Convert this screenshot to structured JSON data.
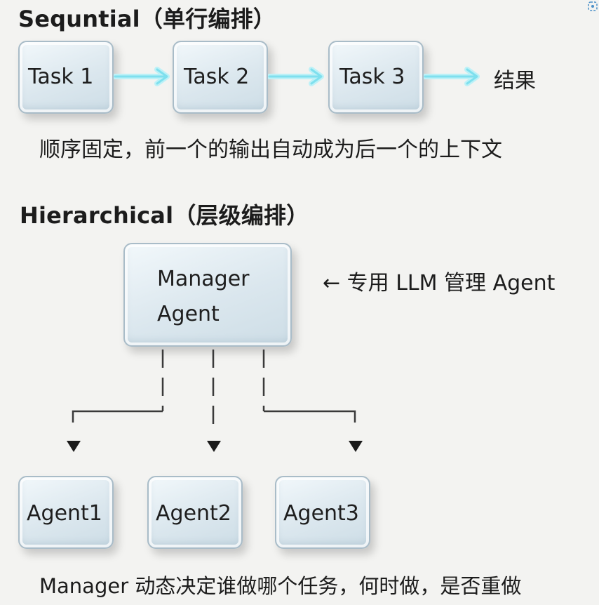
{
  "sequential": {
    "heading": "Sequntial（单行编排）",
    "tasks": [
      "Task  1",
      "Task  2",
      "Task  3"
    ],
    "result": "结果",
    "caption": "顺序固定，前一个的输出自动成为后一个的上下文"
  },
  "hierarchical": {
    "heading": "Hierarchical（层级编排）",
    "manager_line1": "Manager",
    "manager_line2": "Agent",
    "manager_note": "← 专用  LLM  管理  Agent",
    "agents": [
      "Agent1",
      "Agent2",
      "Agent3"
    ],
    "caption": "Manager  动态决定谁做哪个任务，何时做，是否重做"
  },
  "colors": {
    "background": "#f3f3f1",
    "glass_border": "#a9bcc8",
    "arrow_glow": "#7fe0ee",
    "text": "#1c1c1c"
  },
  "icons": [
    "right-arrow-icon",
    "left-arrow-icon",
    "down-triangle-icon",
    "zoom-icon"
  ]
}
